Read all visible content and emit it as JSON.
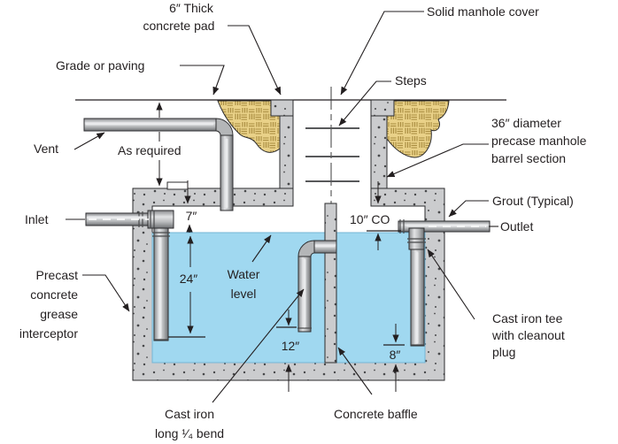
{
  "labels": {
    "pad_l1": "6″ Thick",
    "pad_l2": "concrete pad",
    "cover": "Solid manhole cover",
    "grade": "Grade or paving",
    "steps": "Steps",
    "vent": "Vent",
    "as_required": "As required",
    "barrel_l1": "36″ diameter",
    "barrel_l2": "precase manhole",
    "barrel_l3": "barrel section",
    "grout": "Grout (Typical)",
    "inlet": "Inlet",
    "outlet": "Outlet",
    "water_l1": "Water",
    "water_l2": "level",
    "interceptor_l1": "Precast",
    "interceptor_l2": "concrete",
    "interceptor_l3": "grease",
    "interceptor_l4": "interceptor",
    "bend_l1": "Cast iron",
    "bend_l2": "long ¹⁄₄ bend",
    "baffle": "Concrete baffle",
    "tee_l1": "Cast iron tee",
    "tee_l2": "with cleanout",
    "tee_l3": "plug"
  },
  "dimensions": {
    "lid_to_water": "7″",
    "water_depth": "24″",
    "bend_clearance": "12″",
    "outlet_dip_clearance": "8″",
    "cleanout": "10″ CO"
  },
  "colors": {
    "water": "#a0d8f0",
    "concrete": "#cbccce",
    "pad": "#e9d188",
    "line": "#231f20"
  }
}
